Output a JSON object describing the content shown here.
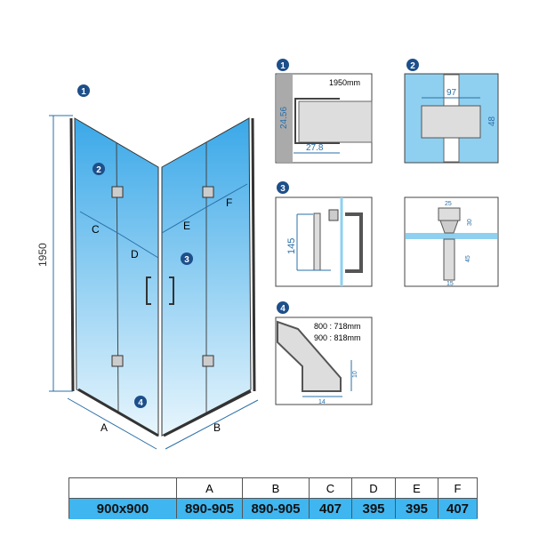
{
  "main": {
    "height_label": "1950",
    "callouts": [
      "1",
      "2",
      "3",
      "4"
    ],
    "dim_labels": {
      "A": "A",
      "B": "B",
      "C": "C",
      "D": "D",
      "E": "E",
      "F": "F"
    }
  },
  "details": {
    "d1": {
      "num": "1",
      "text": "1950mm",
      "dim_v": "24.56",
      "dim_h": "27.8"
    },
    "d2": {
      "num": "2",
      "dim_w": "97",
      "dim_h": "48"
    },
    "d3": {
      "num": "3",
      "dim_v": "145"
    },
    "d3b": {
      "dim_top": "25",
      "dim_cap": "30",
      "dim_len": "45",
      "dim_bot": "15"
    },
    "d4": {
      "num": "4",
      "line1": "800 : 718mm",
      "line2": "900 : 818mm",
      "dim_h": "10",
      "dim_w": "14"
    }
  },
  "table": {
    "headers": [
      "",
      "A",
      "B",
      "C",
      "D",
      "E",
      "F"
    ],
    "row": [
      "900x900",
      "890-905",
      "890-905",
      "407",
      "395",
      "395",
      "407"
    ]
  },
  "colors": {
    "accent": "#3fb6f0",
    "dim": "#2a6fa8",
    "glass": "#8fd0f0"
  }
}
